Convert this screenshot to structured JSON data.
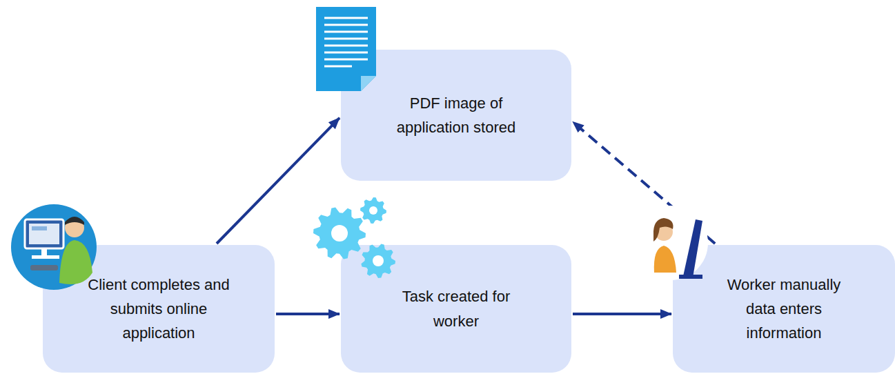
{
  "diagram": {
    "nodes": [
      {
        "text": [
          "Client completes and submits online application"
        ]
      },
      {
        "text": [
          "PDF image of application stored"
        ]
      },
      {
        "text": [
          "Task created for worker"
        ]
      },
      {
        "text": [
          "Worker manually data enters information"
        ]
      }
    ],
    "edges": [
      {
        "from": 0,
        "to": 1,
        "arrow": "to"
      },
      {
        "from": 0,
        "to": 2,
        "arrow": "to"
      },
      {
        "from": 2,
        "to": 3,
        "arrow": "to"
      },
      {
        "from": 3,
        "to": 1,
        "arrow": "to"
      }
    ]
  }
}
